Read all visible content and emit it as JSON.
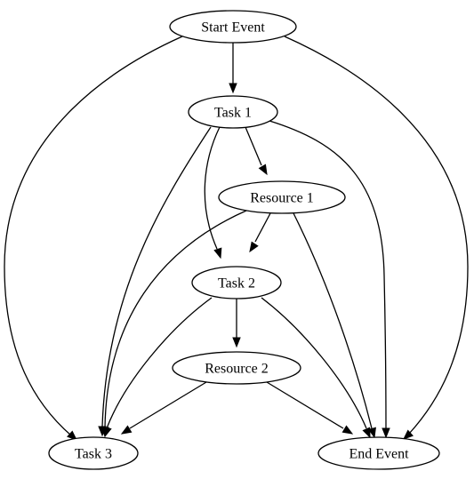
{
  "diagram": {
    "nodes": [
      {
        "id": "start_event",
        "label": "Start Event"
      },
      {
        "id": "task_1",
        "label": "Task 1"
      },
      {
        "id": "resource_1",
        "label": "Resource 1"
      },
      {
        "id": "task_2",
        "label": "Task 2"
      },
      {
        "id": "resource_2",
        "label": "Resource 2"
      },
      {
        "id": "task_3",
        "label": "Task 3"
      },
      {
        "id": "end_event",
        "label": "End Event"
      }
    ],
    "edges": [
      {
        "from": "start_event",
        "to": "task_1"
      },
      {
        "from": "start_event",
        "to": "task_3"
      },
      {
        "from": "start_event",
        "to": "end_event"
      },
      {
        "from": "task_1",
        "to": "resource_1"
      },
      {
        "from": "task_1",
        "to": "task_2"
      },
      {
        "from": "task_1",
        "to": "task_3"
      },
      {
        "from": "task_1",
        "to": "end_event"
      },
      {
        "from": "resource_1",
        "to": "task_2"
      },
      {
        "from": "resource_1",
        "to": "task_3"
      },
      {
        "from": "resource_1",
        "to": "end_event"
      },
      {
        "from": "task_2",
        "to": "resource_2"
      },
      {
        "from": "task_2",
        "to": "task_3"
      },
      {
        "from": "task_2",
        "to": "end_event"
      },
      {
        "from": "resource_2",
        "to": "task_3"
      },
      {
        "from": "resource_2",
        "to": "end_event"
      }
    ]
  }
}
